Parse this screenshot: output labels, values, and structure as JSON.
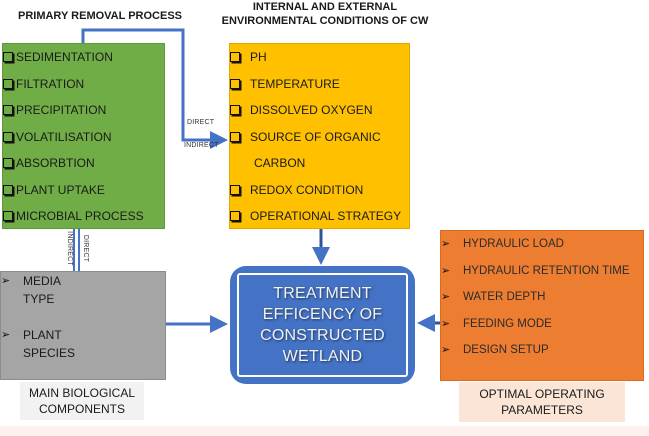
{
  "headings": {
    "primary": "PRIMARY REMOVAL PROCESS",
    "environment_line1": "INTERNAL AND EXTERNAL",
    "environment_line2": "ENVIRONMENTAL CONDITIONS OF CW"
  },
  "primary_removal": {
    "items": [
      "SEDIMENTATION",
      "FILTRATION",
      "PRECIPITATION",
      "VOLATILISATION",
      "ABSORBTION",
      "PLANT UPTAKE",
      "MICROBIAL PROCESS"
    ],
    "icon": "checkbox-icon",
    "color": "#70ad47"
  },
  "environmental_conditions": {
    "items": [
      "PH",
      "TEMPERATURE",
      "DISSOLVED OXYGEN",
      "SOURCE OF ORGANIC",
      "CARBON",
      "REDOX CONDITION",
      "OPERATIONAL STRATEGY"
    ],
    "icon": "checkbox-icon",
    "color": "#ffc000"
  },
  "biological_components": {
    "items": [
      {
        "line1": "MEDIA",
        "line2": "TYPE"
      },
      {
        "line1": "PLANT",
        "line2": "SPECIES"
      }
    ],
    "icon": "arrow-bullet-icon",
    "label_line1": "MAIN BIOLOGICAL",
    "label_line2": "COMPONENTS",
    "color": "#a5a5a5"
  },
  "operating_parameters": {
    "items": [
      "HYDRAULIC LOAD",
      "HYDRAULIC RETENTION TIME",
      "WATER DEPTH",
      "FEEDING MODE",
      "DESIGN SETUP"
    ],
    "icon": "arrow-bullet-icon",
    "label_line1": "OPTIMAL OPERATING",
    "label_line2": "PARAMETERS",
    "color": "#ed7d31"
  },
  "center": {
    "lines": [
      "TREATMENT",
      "EFFICENCY OF",
      "CONSTRUCTED",
      "WETLAND"
    ],
    "color": "#4472c4"
  },
  "connectors": {
    "top_direct": "DIRECT",
    "top_indirect": "INDIRECT",
    "vertical_indirect": "INDIRECT",
    "vertical_direct": "DIRECT",
    "line_color": "#4472c4"
  },
  "bullets": {
    "arrow": "➢"
  }
}
